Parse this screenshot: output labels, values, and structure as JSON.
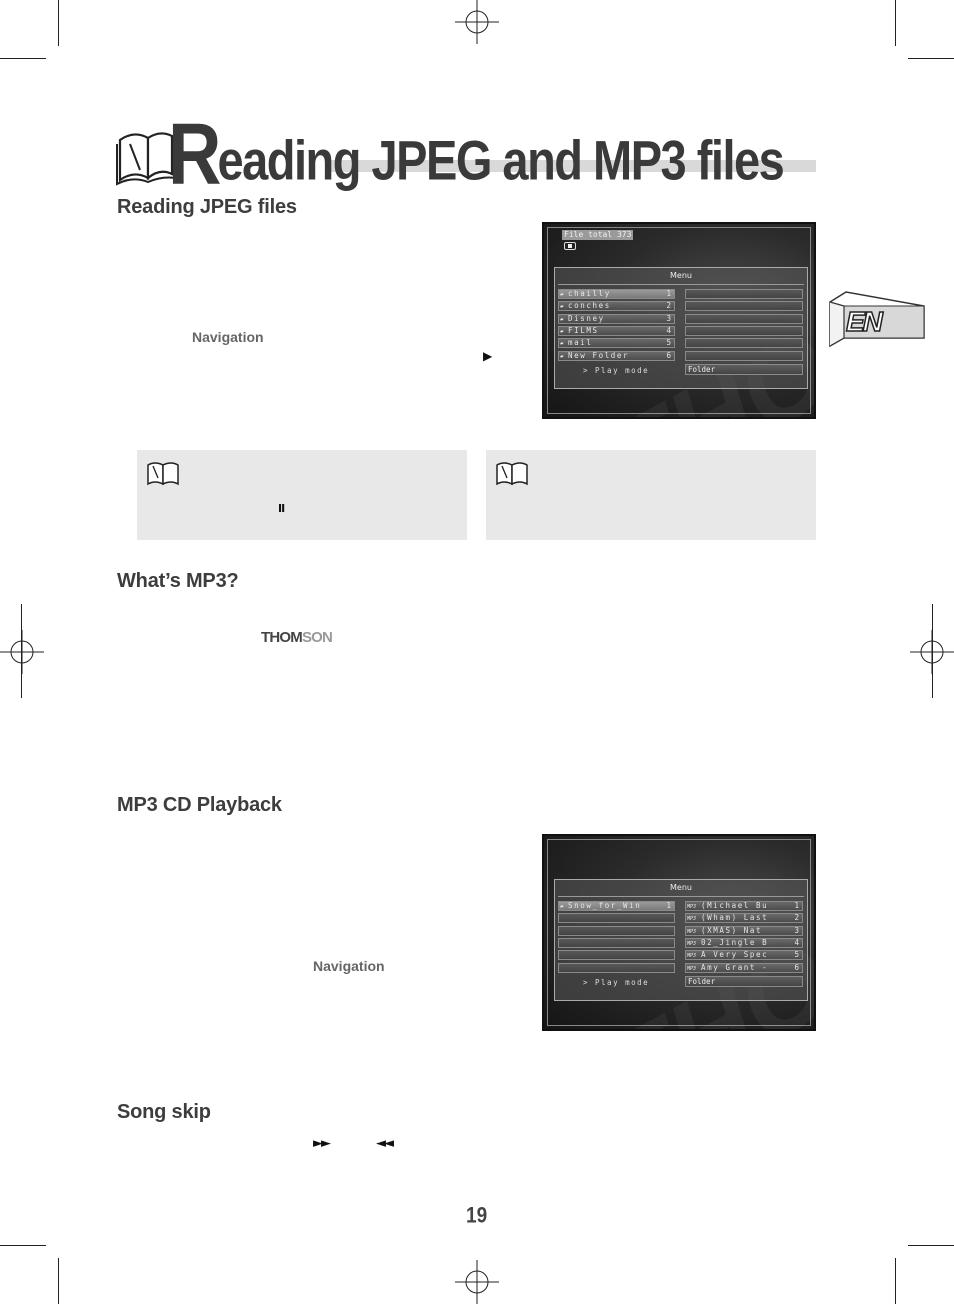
{
  "title": {
    "initial": "R",
    "rest": "eading JPEG and MP3 files"
  },
  "sections": {
    "jpeg": {
      "heading": "Reading JPEG files",
      "navigation_label": "Navigation",
      "arrow_glyph": "▶"
    },
    "notes": [
      {
        "pause_glyph": "II"
      },
      {}
    ],
    "mp3": {
      "heading": "What’s MP3?",
      "brand": {
        "strong": "THOM",
        "faded": "SON"
      }
    },
    "playback": {
      "heading": "MP3 CD Playback",
      "navigation_label": "Navigation"
    },
    "song_skip": {
      "heading": "Song skip",
      "forward_glyph": "►►",
      "back_glyph": "◄◄"
    }
  },
  "language_tab": "EN",
  "page_number": "19",
  "screen_jpeg": {
    "file_total": "File total 373",
    "menu_title": "Menu",
    "folders": [
      {
        "name": "chailly",
        "number": "1"
      },
      {
        "name": "conches",
        "number": "2"
      },
      {
        "name": "Disney",
        "number": "3"
      },
      {
        "name": "FILMS",
        "number": "4"
      },
      {
        "name": "mail",
        "number": "5"
      },
      {
        "name": "New Folder",
        "number": "6"
      }
    ],
    "play_mode": "> Play mode",
    "folder_label": "Folder"
  },
  "screen_mp3": {
    "menu_title": "Menu",
    "folders": [
      {
        "name": "Snow_for_Win",
        "number": "1"
      }
    ],
    "tracks": [
      {
        "badge": "MP3",
        "name": "(Michael Bu",
        "number": "1"
      },
      {
        "badge": "MP3",
        "name": "(Wham) Last",
        "number": "2"
      },
      {
        "badge": "MP3",
        "name": "(XMAS) Nat",
        "number": "3"
      },
      {
        "badge": "MP3",
        "name": "02_Jingle B",
        "number": "4"
      },
      {
        "badge": "MP3",
        "name": "A Very Spec",
        "number": "5"
      },
      {
        "badge": "MP3",
        "name": "Amy Grant -",
        "number": "6"
      }
    ],
    "play_mode": "> Play mode",
    "folder_label": "Folder"
  }
}
